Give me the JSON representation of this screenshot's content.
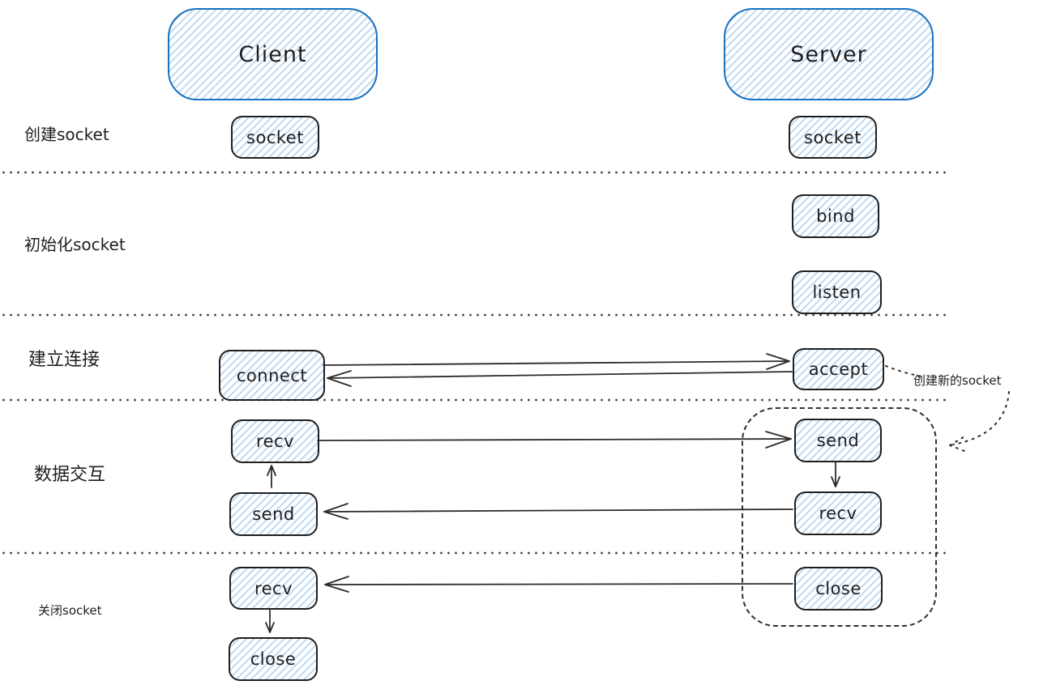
{
  "diagram": {
    "actors": [
      {
        "label": "Client"
      },
      {
        "label": "Server"
      }
    ],
    "stages": [
      {
        "label": "创建socket"
      },
      {
        "label": "初始化socket"
      },
      {
        "label": "建立连接"
      },
      {
        "label": "数据交互"
      },
      {
        "label": "关闭socket"
      }
    ],
    "nodes": {
      "client_socket": "socket",
      "server_socket": "socket",
      "bind": "bind",
      "listen": "listen",
      "connect": "connect",
      "accept": "accept",
      "client_recv_data": "recv",
      "client_send_data": "send",
      "server_send_data": "send",
      "server_recv_data": "recv",
      "client_recv_close": "recv",
      "client_close": "close",
      "server_close": "close"
    },
    "annotation": {
      "label": "创建新的socket"
    },
    "edges": [
      {
        "from": "connect",
        "to": "accept",
        "style": "solid-arrow-right"
      },
      {
        "from": "accept",
        "to": "connect",
        "style": "solid-arrow-left"
      },
      {
        "from": "client_recv_data",
        "to": "server_send_data",
        "style": "solid-arrow-right"
      },
      {
        "from": "server_recv_data",
        "to": "client_send_data",
        "style": "solid-arrow-left"
      },
      {
        "from": "client_send_data",
        "to": "client_recv_data",
        "style": "solid-arrow-up"
      },
      {
        "from": "server_send_data",
        "to": "server_recv_data",
        "style": "solid-arrow-down"
      },
      {
        "from": "server_close",
        "to": "client_recv_close",
        "style": "solid-arrow-left"
      },
      {
        "from": "client_recv_close",
        "to": "client_close",
        "style": "solid-arrow-down"
      },
      {
        "from": "accept",
        "to": "new-socket-group",
        "style": "dotted-arrow",
        "label": "创建新的socket"
      }
    ],
    "colors": {
      "actor_border": "#1971c2",
      "node_border": "#1e1e1e",
      "hatch_stripe": "#7eb4e2",
      "ink": "#1e1e1e"
    }
  }
}
